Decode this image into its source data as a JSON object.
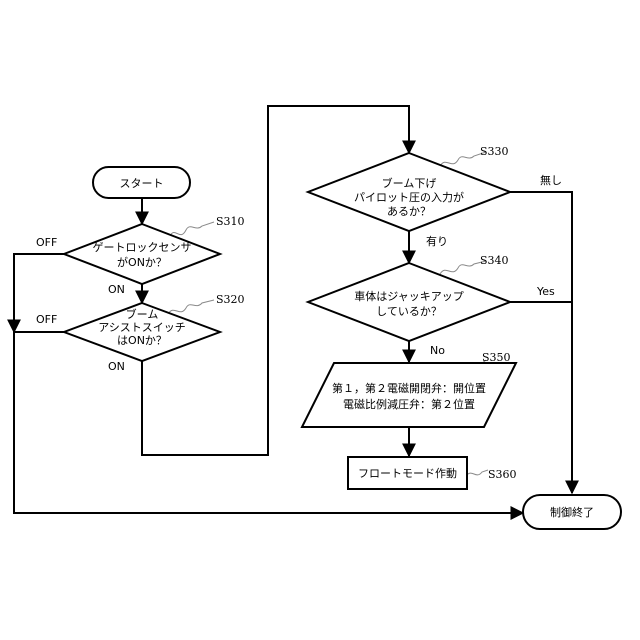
{
  "diagram": {
    "nodes": {
      "start": {
        "label": "スタート"
      },
      "s310": {
        "step": "S310",
        "lines": [
          "ゲートロックセンサ",
          "がONか？"
        ]
      },
      "s320": {
        "step": "S320",
        "lines": [
          "ブーム",
          "アシストスイッチ",
          "はONか？"
        ]
      },
      "s330": {
        "step": "S330",
        "lines": [
          "ブーム下げ",
          "パイロット圧の入力が",
          "あるか？"
        ]
      },
      "s340": {
        "step": "S340",
        "lines": [
          "車体はジャッキアップ",
          "しているか？"
        ]
      },
      "s350": {
        "step": "S350",
        "lines": [
          "第１，第２電磁開閉弁：開位置",
          "電磁比例減圧弁：第２位置"
        ]
      },
      "s360": {
        "step": "S360",
        "label": "フロートモード作動"
      },
      "end": {
        "label": "制御終了"
      }
    },
    "edge_labels": {
      "s310_off": "OFF",
      "s310_on": "ON",
      "s320_off": "OFF",
      "s320_on": "ON",
      "s330_none": "無し",
      "s330_yes": "有り",
      "s340_yes": "Yes",
      "s340_no": "No"
    }
  }
}
